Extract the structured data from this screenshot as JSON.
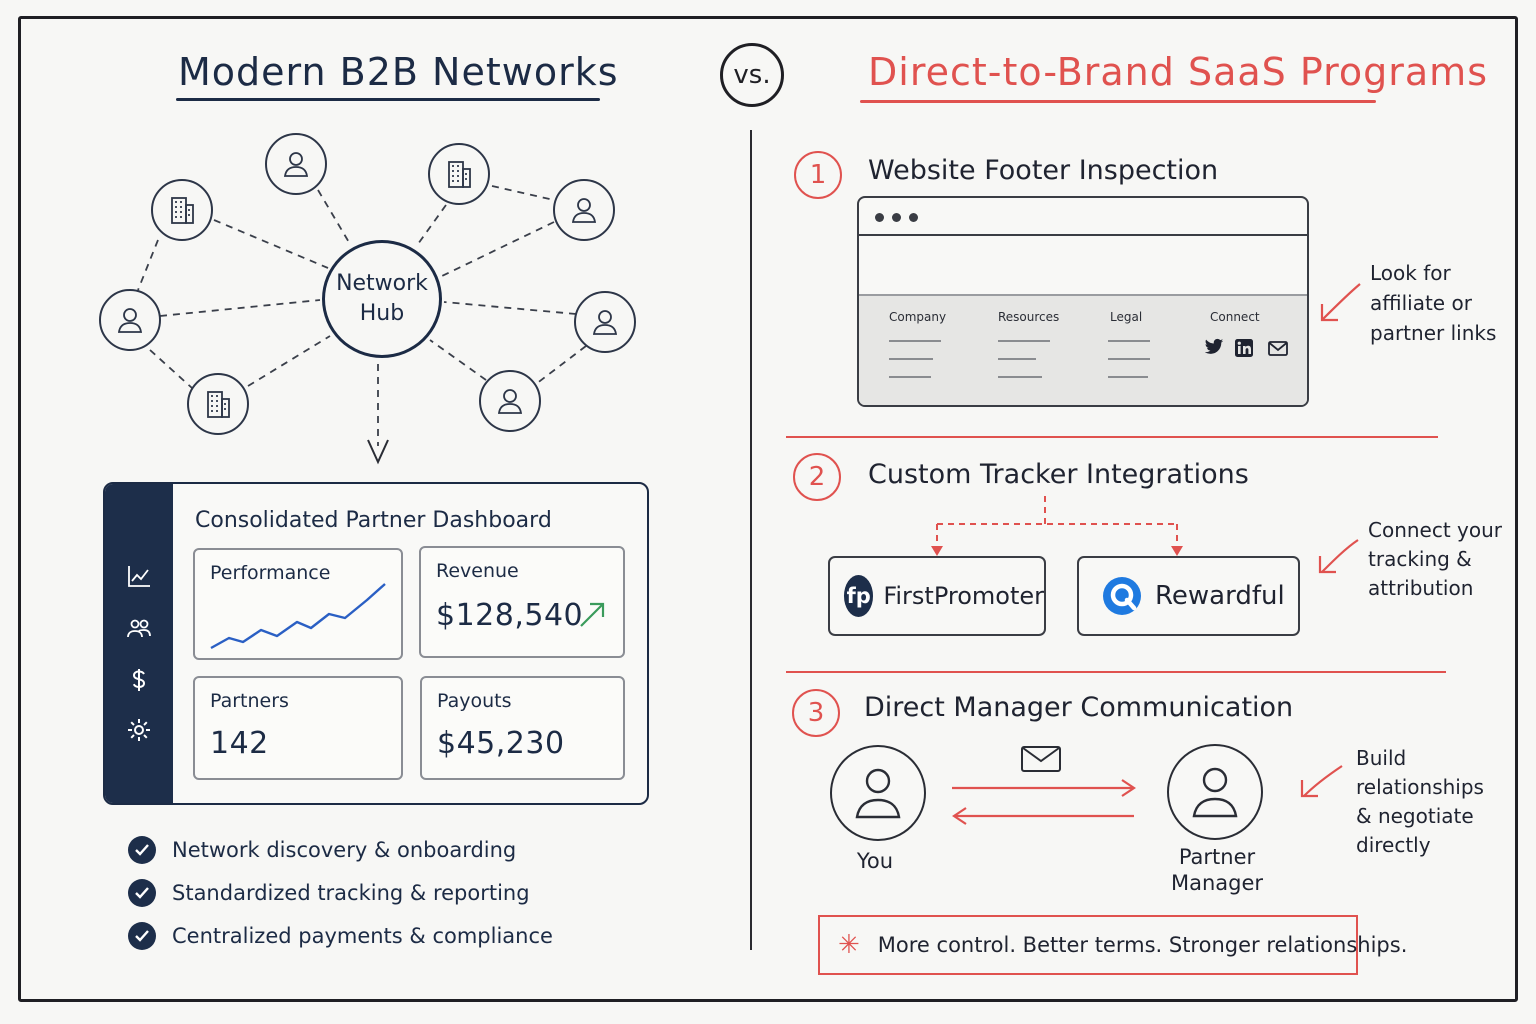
{
  "left": {
    "title": "Modern B2B Networks",
    "hub": {
      "line1": "Network",
      "line2": "Hub"
    },
    "nodes": [
      "building-icon",
      "person-icon",
      "building-icon",
      "person-icon",
      "person-icon",
      "person-icon",
      "building-icon",
      "person-icon"
    ],
    "dashboard": {
      "title": "Consolidated Partner Dashboard",
      "sidebar_icons": [
        "chart-icon",
        "users-icon",
        "dollar-icon",
        "gear-icon"
      ],
      "cards": {
        "performance": {
          "label": "Performance"
        },
        "revenue": {
          "label": "Revenue",
          "value": "$128,540"
        },
        "partners": {
          "label": "Partners",
          "value": "142"
        },
        "payouts": {
          "label": "Payouts",
          "value": "$45,230"
        }
      }
    },
    "checklist": [
      "Network discovery & onboarding",
      "Standardized tracking & reporting",
      "Centralized payments & compliance"
    ]
  },
  "vs": "vs.",
  "right": {
    "title": "Direct-to-Brand SaaS Programs",
    "steps": [
      {
        "number": "1",
        "title": "Website Footer Inspection",
        "footer_columns": [
          "Company",
          "Resources",
          "Legal",
          "Connect"
        ],
        "social_icons": [
          "twitter-icon",
          "linkedin-icon",
          "mail-icon"
        ],
        "note": [
          "Look for",
          "affiliate or",
          "partner links"
        ]
      },
      {
        "number": "2",
        "title": "Custom Tracker Integrations",
        "trackers": [
          {
            "name": "FirstPromoter",
            "logo": "fp"
          },
          {
            "name": "Rewardful"
          }
        ],
        "note": [
          "Connect your",
          "tracking &",
          "attribution"
        ]
      },
      {
        "number": "3",
        "title": "Direct Manager Communication",
        "you": "You",
        "manager": [
          "Partner",
          "Manager"
        ],
        "note": [
          "Build",
          "relationships",
          "& negotiate",
          "directly"
        ]
      }
    ],
    "callout": {
      "star": "✳",
      "text": "More control. Better terms. Stronger relationships."
    }
  },
  "colors": {
    "navy": "#1c2b45",
    "accent_red": "#e0524f",
    "success_green": "#3a9b5c",
    "chart_blue": "#2a5fc4",
    "rewardful_blue": "#1f7ae0"
  }
}
